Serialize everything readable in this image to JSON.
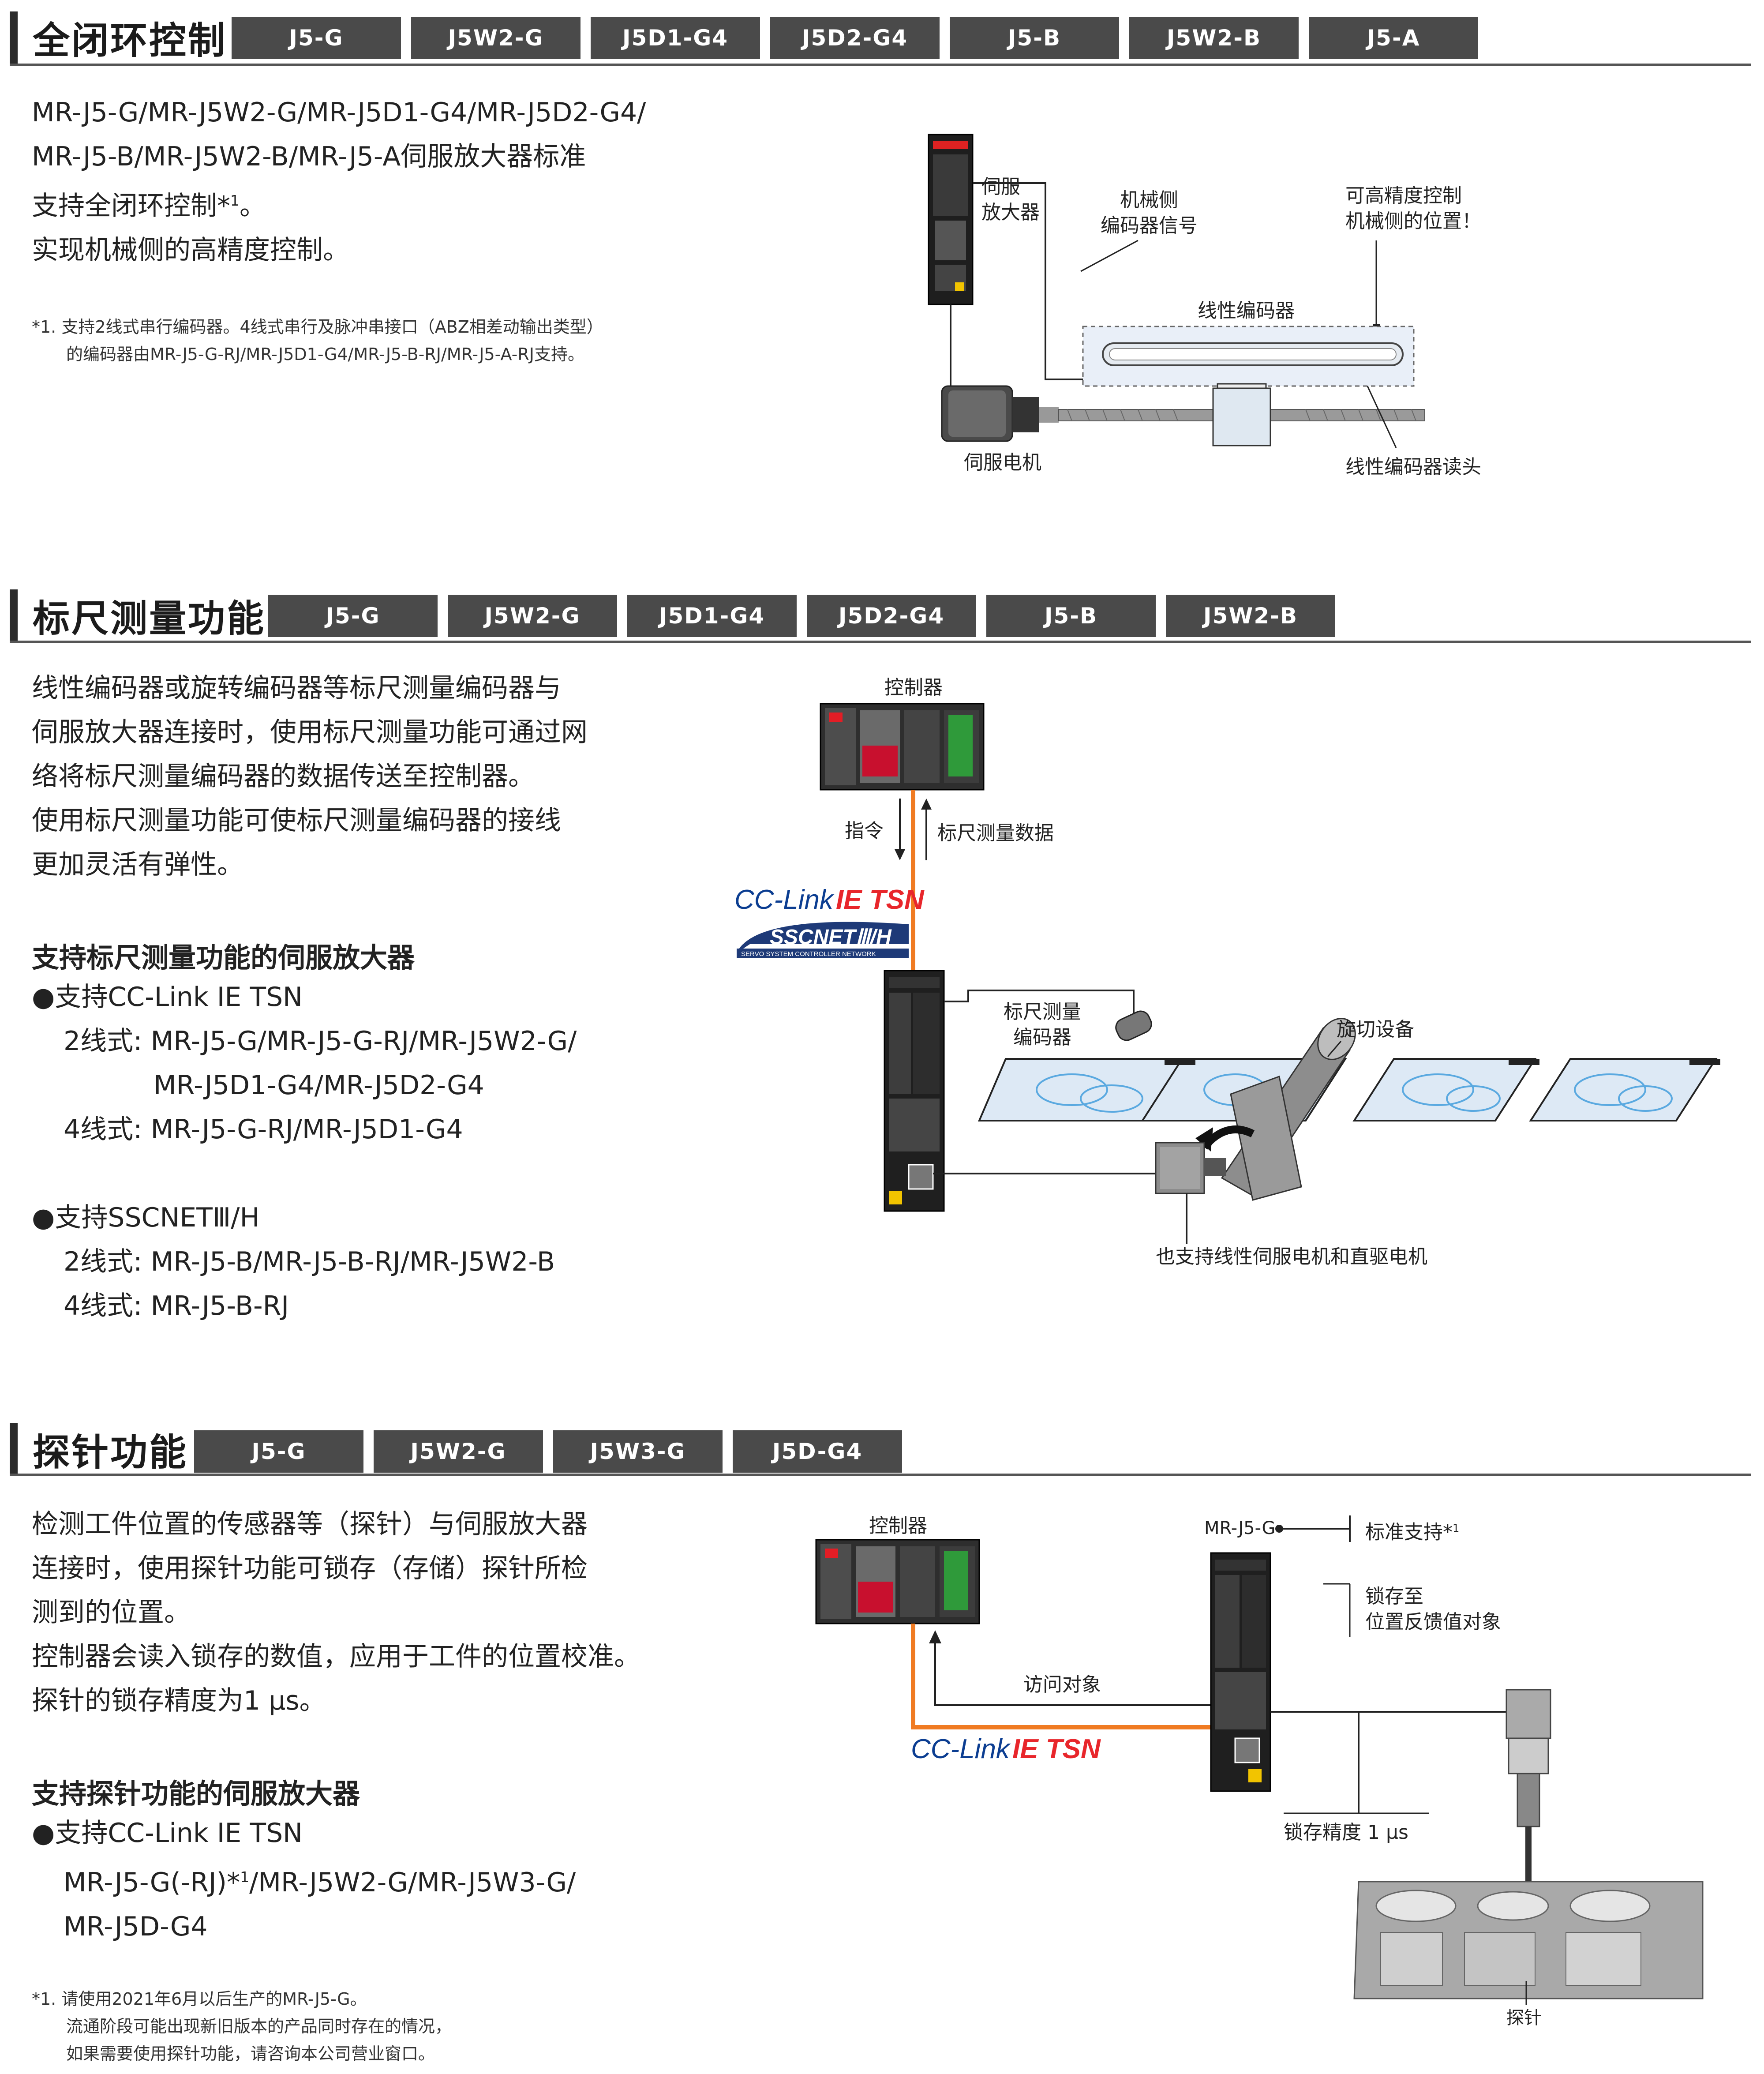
{
  "sections": {
    "closed_loop": {
      "title": "全闭环控制",
      "tags": [
        "J5-G",
        "J5W2-G",
        "J5D1-G4",
        "J5D2-G4",
        "J5-B",
        "J5W2-B",
        "J5-A"
      ],
      "body": [
        "MR-J5-G/MR-J5W2-G/MR-J5D1-G4/MR-J5D2-G4/",
        "MR-J5-B/MR-J5W2-B/MR-J5-A伺服放大器标准",
        "支持全闭环控制*",
        "实现机械侧的高精度控制。"
      ],
      "body_sup": "1",
      "body_line3_tail": "。",
      "footnote": [
        "*1. 支持2线式串行编码器。4线式串行及脉冲串接口（ABZ相差动输出类型）",
        "的编码器由MR-J5-G-RJ/MR-J5D1-G4/MR-J5-B-RJ/MR-J5-A-RJ支持。"
      ],
      "diagram": {
        "servo_amp": [
          "伺服",
          "放大器"
        ],
        "machine_signal": [
          "机械侧",
          "编码器信号"
        ],
        "precision": [
          "可高精度控制",
          "机械侧的位置！"
        ],
        "linear_encoder": "线性编码器",
        "servo_motor": "伺服电机",
        "encoder_head": "线性编码器读头"
      }
    },
    "scale_measure": {
      "title": "标尺测量功能",
      "tags": [
        "J5-G",
        "J5W2-G",
        "J5D1-G4",
        "J5D2-G4",
        "J5-B",
        "J5W2-B"
      ],
      "body": [
        "线性编码器或旋转编码器等标尺测量编码器与",
        "伺服放大器连接时，使用标尺测量功能可通过网",
        "络将标尺测量编码器的数据传送至控制器。",
        "使用标尺测量功能可使标尺测量编码器的接线",
        "更加灵活有弹性。"
      ],
      "support_title": "支持标尺测量功能的伺服放大器",
      "support_lines": [
        "●支持CC-Link IE TSN",
        "2线式: MR-J5-G/MR-J5-G-RJ/MR-J5W2-G/",
        "MR-J5D1-G4/MR-J5D2-G4",
        "4线式: MR-J5-G-RJ/MR-J5D1-G4",
        "●支持SSCNETⅢ/H",
        "2线式: MR-J5-B/MR-J5-B-RJ/MR-J5W2-B",
        "4线式: MR-J5-B-RJ"
      ],
      "diagram": {
        "controller": "控制器",
        "command": "指令",
        "scale_data": "标尺测量数据",
        "cclink_a": "CC-Link",
        "cclink_b": "IE TSN",
        "sscnet": "SSCNETⅢ/H",
        "sscnet_sub": "SERVO SYSTEM CONTROLLER NETWORK",
        "scale_encoder": [
          "标尺测量",
          "编码器"
        ],
        "rotary_cutter": "旋切设备",
        "linear_support": "也支持线性伺服电机和直驱电机"
      }
    },
    "probe": {
      "title": "探针功能",
      "tags": [
        "J5-G",
        "J5W2-G",
        "J5W3-G",
        "J5D-G4"
      ],
      "body": [
        "检测工件位置的传感器等（探针）与伺服放大器",
        "连接时，使用探针功能可锁存（存储）探针所检",
        "测到的位置。",
        "控制器会读入锁存的数值，应用于工件的位置校准。",
        "探针的锁存精度为1 μs。"
      ],
      "support_title": "支持探针功能的伺服放大器",
      "support_lines": [
        "●支持CC-Link IE TSN",
        "MR-J5-G(-RJ)*",
        "/MR-J5W2-G/MR-J5W3-G/",
        "MR-J5D-G4"
      ],
      "support_sup": "1",
      "footnote": [
        "*1. 请使用2021年6月以后生产的MR-J5-G。",
        "流通阶段可能出现新旧版本的产品同时存在的情况，",
        "如果需要使用探针功能，请咨询本公司营业窗口。"
      ],
      "diagram": {
        "controller": "控制器",
        "model": "MR-J5-G",
        "standard_support": "标准支持*",
        "standard_sup": "1",
        "latch_target": [
          "锁存至",
          "位置反馈值对象"
        ],
        "access_target": "访问对象",
        "cclink_a": "CC-Link",
        "cclink_b": "IE TSN",
        "latch_precision": "锁存精度 1 μs",
        "probe": "探针"
      }
    }
  },
  "colors": {
    "tag_bg": "#4a4a4a",
    "cclink_blue": "#0b3d91",
    "cclink_red": "#e8262b",
    "orange_line": "#f07b22",
    "sscnet_blue": "#1e3a78"
  }
}
